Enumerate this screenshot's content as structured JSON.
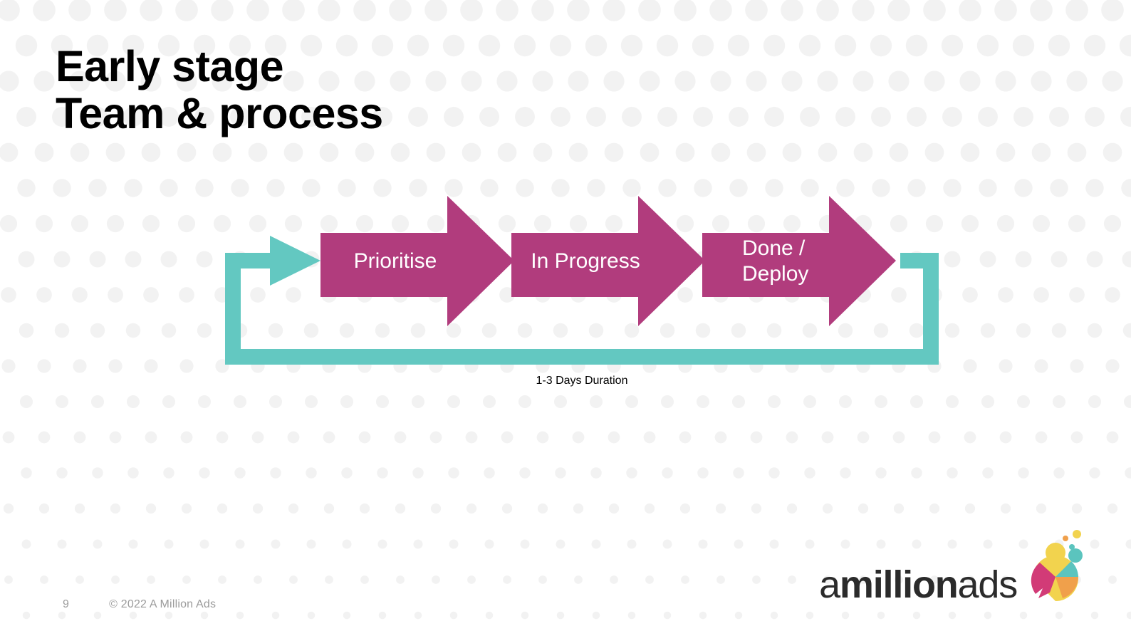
{
  "slide": {
    "title_line1": "Early stage",
    "title_line2": "Team & process",
    "background": "#ffffff",
    "dot_color": "#f2f2f2"
  },
  "diagram": {
    "type": "process-flow",
    "accent_magenta": "#b13c7d",
    "accent_teal": "#63c8c1",
    "stages": [
      {
        "label": "Prioritise",
        "label_line2": ""
      },
      {
        "label": "In Progress",
        "label_line2": ""
      },
      {
        "label": "Done /",
        "label_line2": "Deploy"
      }
    ],
    "loop_caption": "1-3 Days Duration",
    "loop_direction": "feedback-loop-back-to-start"
  },
  "footer": {
    "page_number": "9",
    "copyright": "© 2022 A Million Ads"
  },
  "logo": {
    "word_a": "a",
    "word_million": "million",
    "word_ads": "ads",
    "mark_name": "megaphone-icon",
    "mark_colors": {
      "yellow": "#f2d34e",
      "pink": "#d23b77",
      "teal": "#5bc4be",
      "orange": "#f0a04b",
      "magenta_dot": "#e04a8a"
    }
  }
}
